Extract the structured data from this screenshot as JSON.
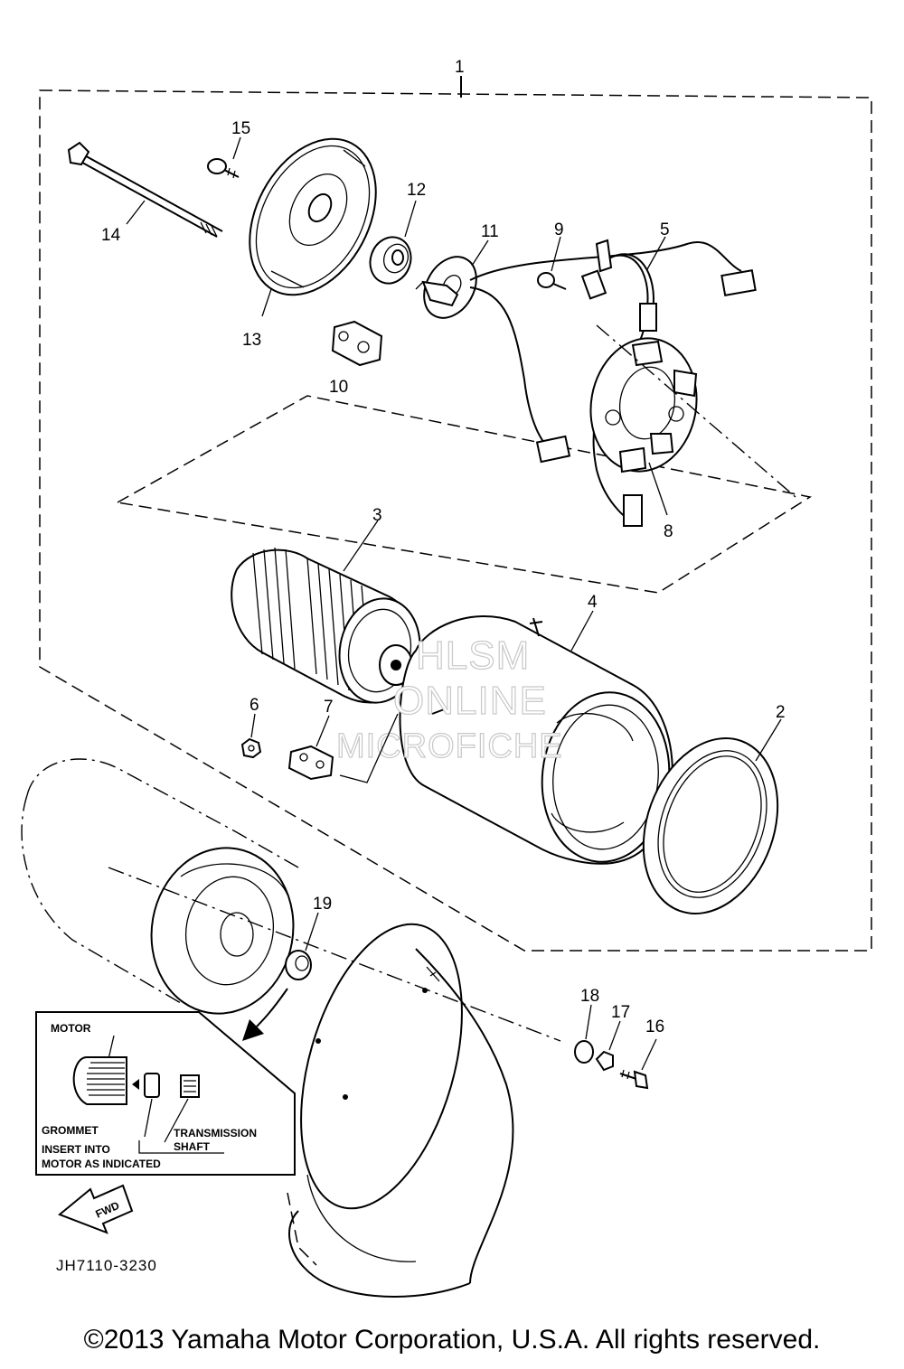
{
  "callouts": [
    "1",
    "2",
    "3",
    "4",
    "5",
    "6",
    "7",
    "8",
    "9",
    "10",
    "11",
    "12",
    "13",
    "14",
    "15",
    "16",
    "17",
    "18",
    "19"
  ],
  "inset": {
    "motor": "MOTOR",
    "grommet": "GROMMET",
    "transmission": "TRANSMISSION",
    "shaft": "SHAFT",
    "insert_line1": "INSERT INTO",
    "insert_line2": "MOTOR AS INDICATED",
    "fwd": "FWD"
  },
  "watermark": {
    "line1": "HLSM",
    "line2": "ONLINE",
    "line3": "MICROFICHE"
  },
  "diagram_code": "JH7110-3230",
  "copyright": "©2013 Yamaha Motor Corporation, U.S.A. All rights reserved."
}
